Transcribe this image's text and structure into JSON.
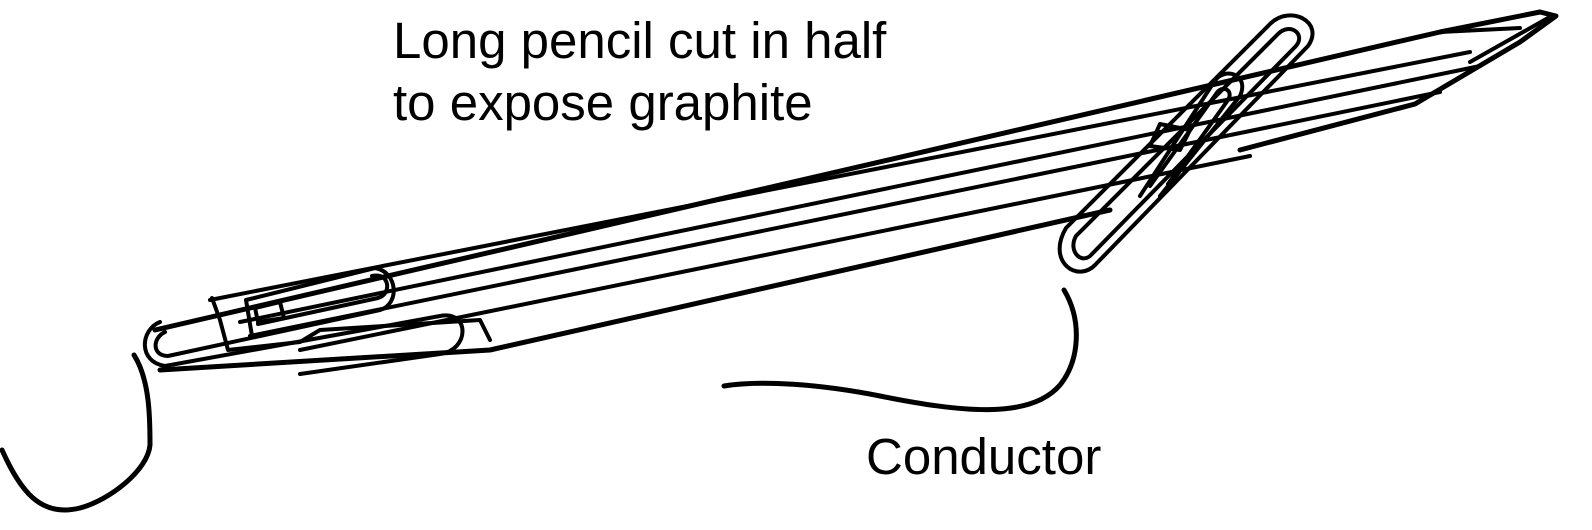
{
  "labels": {
    "pencil_line1": "Long pencil cut in half",
    "pencil_line2": "to expose graphite",
    "conductor": "Conductor"
  },
  "colors": {
    "ink": "#000000",
    "background": "#ffffff"
  }
}
